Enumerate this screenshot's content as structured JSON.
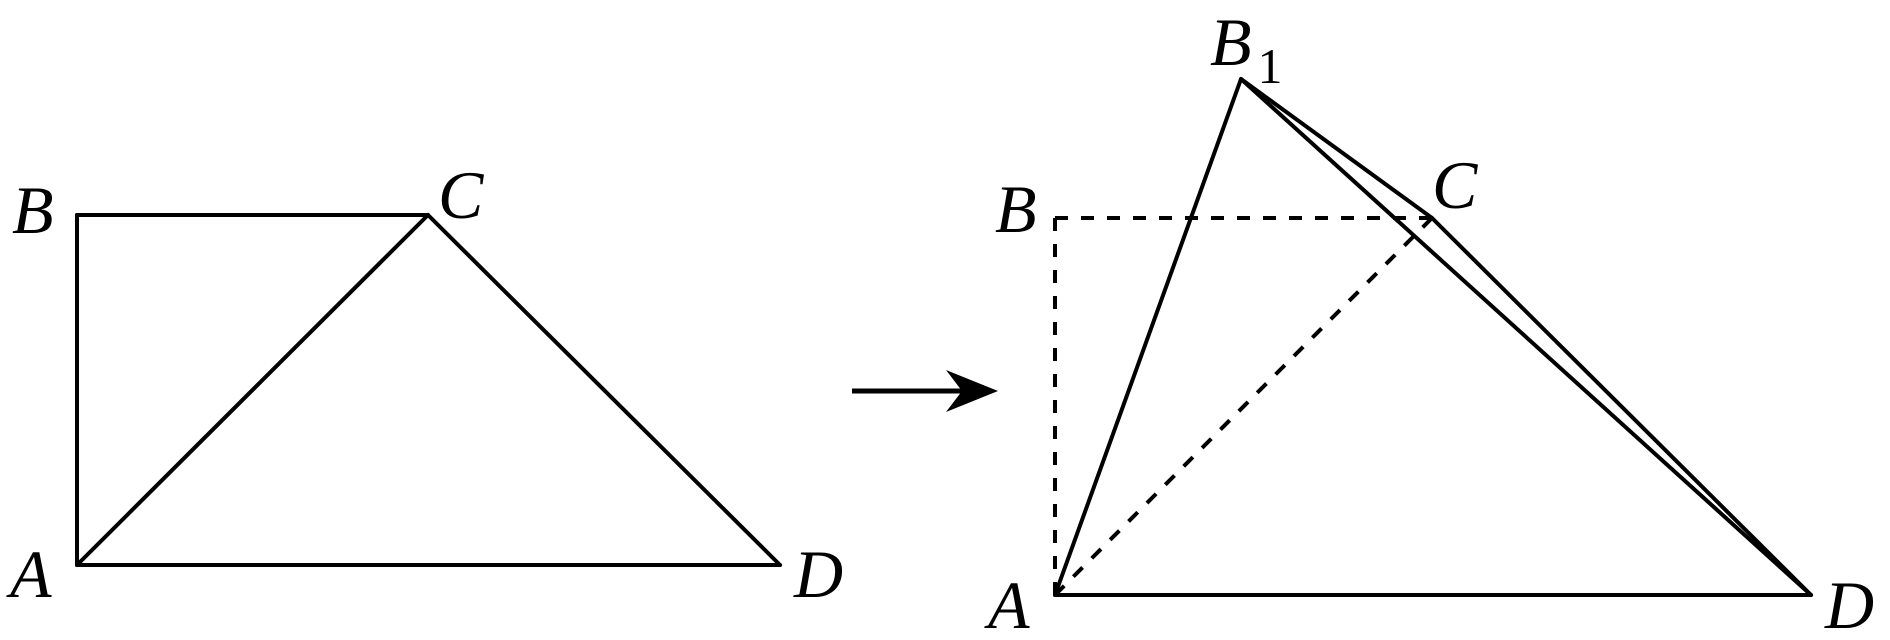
{
  "left_figure": {
    "labels": {
      "A": "A",
      "B": "B",
      "C": "C",
      "D": "D"
    }
  },
  "right_figure": {
    "labels": {
      "A": "A",
      "B": "B",
      "B1_letter": "B",
      "B1_subscript": "1",
      "C": "C",
      "D": "D"
    }
  }
}
